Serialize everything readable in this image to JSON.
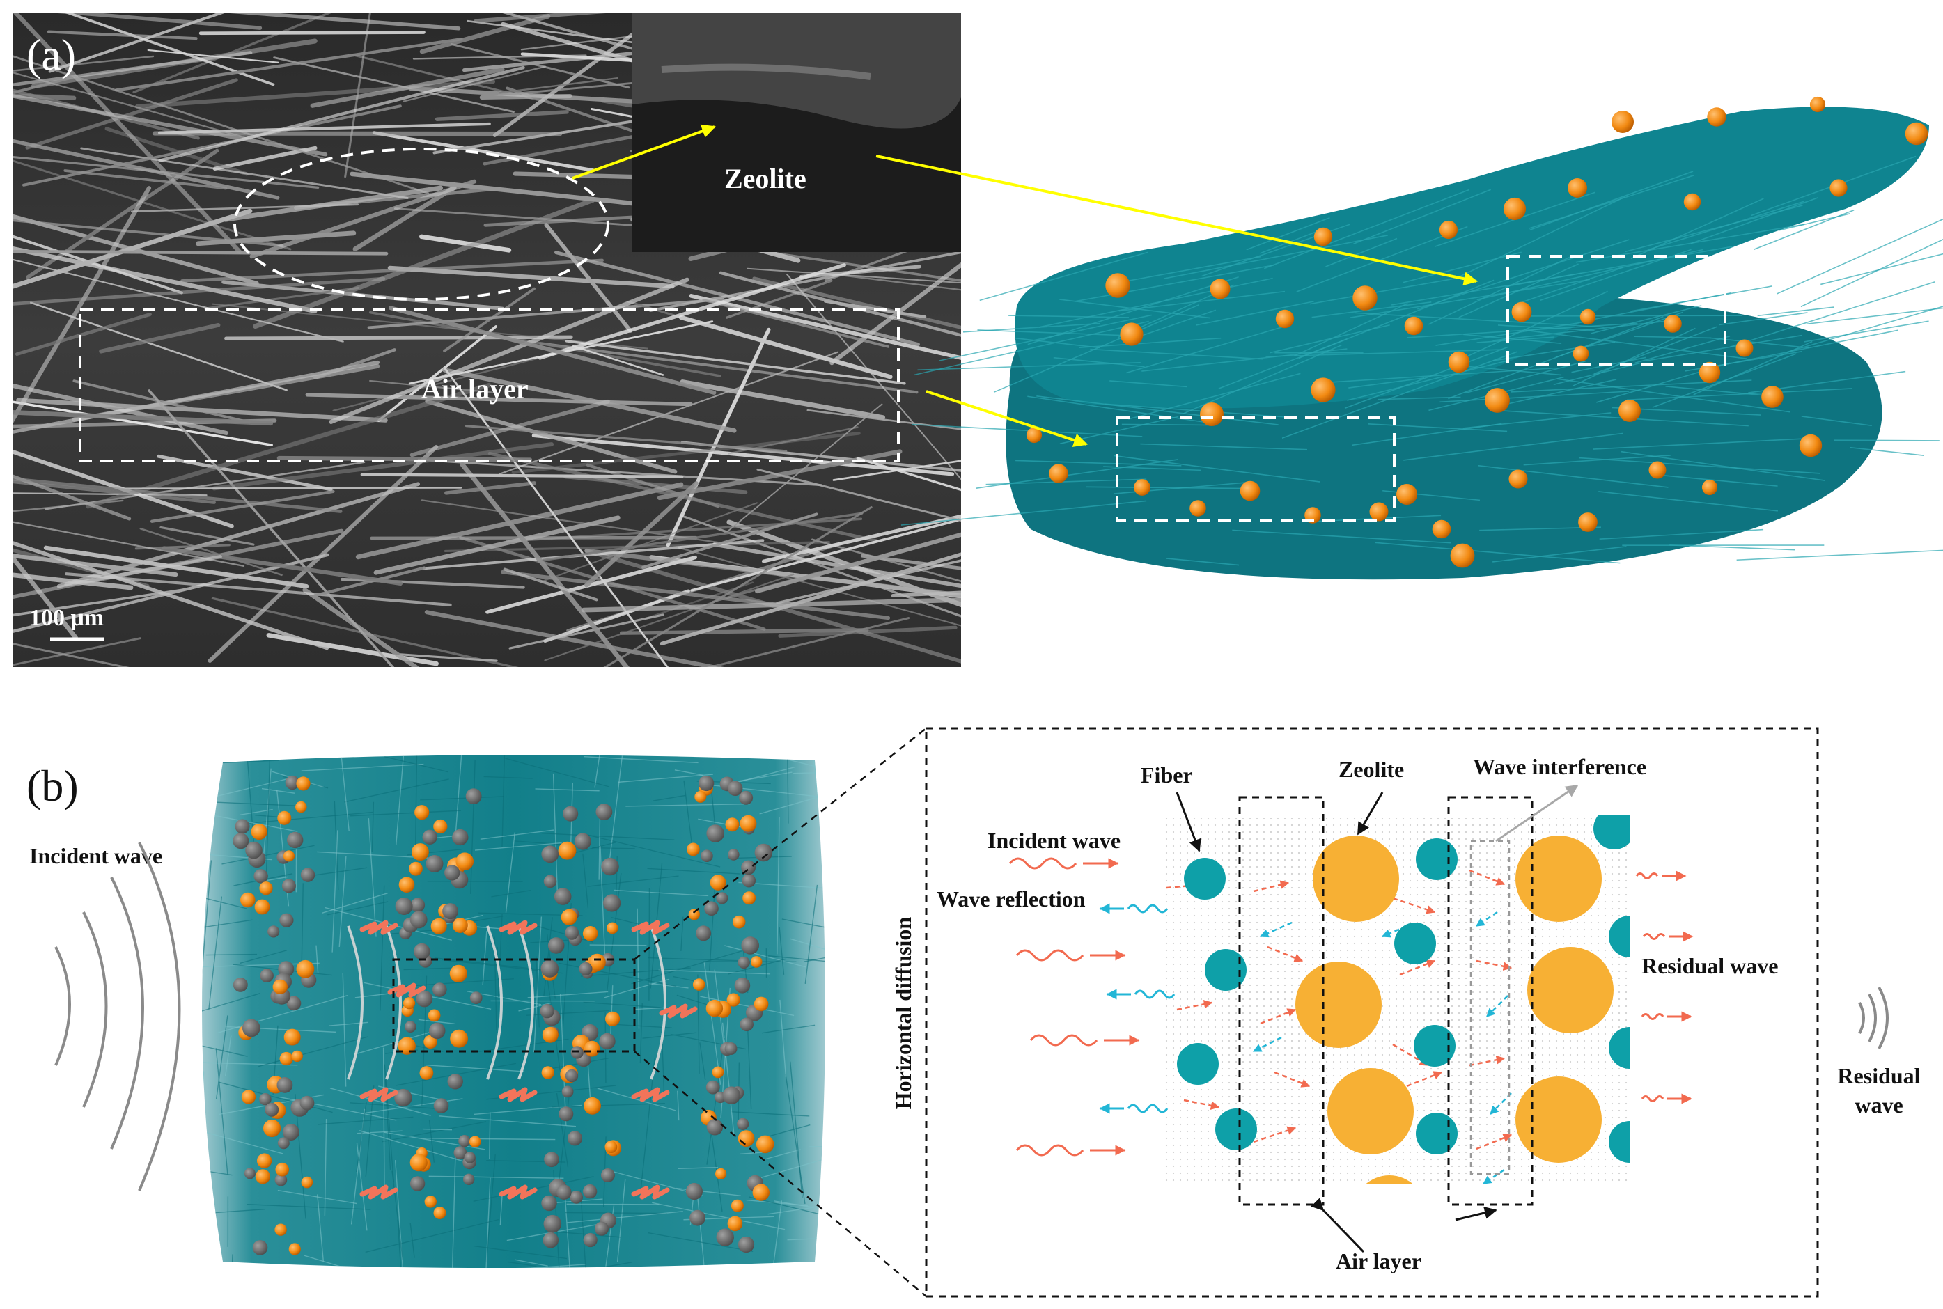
{
  "panel_a": {
    "label": "(a)",
    "zeolite_label": "Zeolite",
    "air_layer_label": "Air layer",
    "scale_bar": "100 μm"
  },
  "panel_b": {
    "label": "(b)",
    "incident_wave_left": "Incident wave",
    "residual_wave_right_line1": "Residual",
    "residual_wave_right_line2": "wave",
    "detail": {
      "fiber": "Fiber",
      "zeolite": "Zeolite",
      "wave_interference": "Wave interference",
      "incident_wave": "Incident wave",
      "wave_reflection": "Wave reflection",
      "residual_wave": "Residual wave",
      "horizontal_diffusion": "Horizontal diffusion",
      "air_layer": "Air layer"
    }
  },
  "colors": {
    "teal": "#0e8a94",
    "orange": "#f7b034",
    "sphere_orange": "#f28a12",
    "wave_red": "#f26a4f",
    "wave_blue": "#22b6d6",
    "arrow_yellow": "#ffff00"
  }
}
